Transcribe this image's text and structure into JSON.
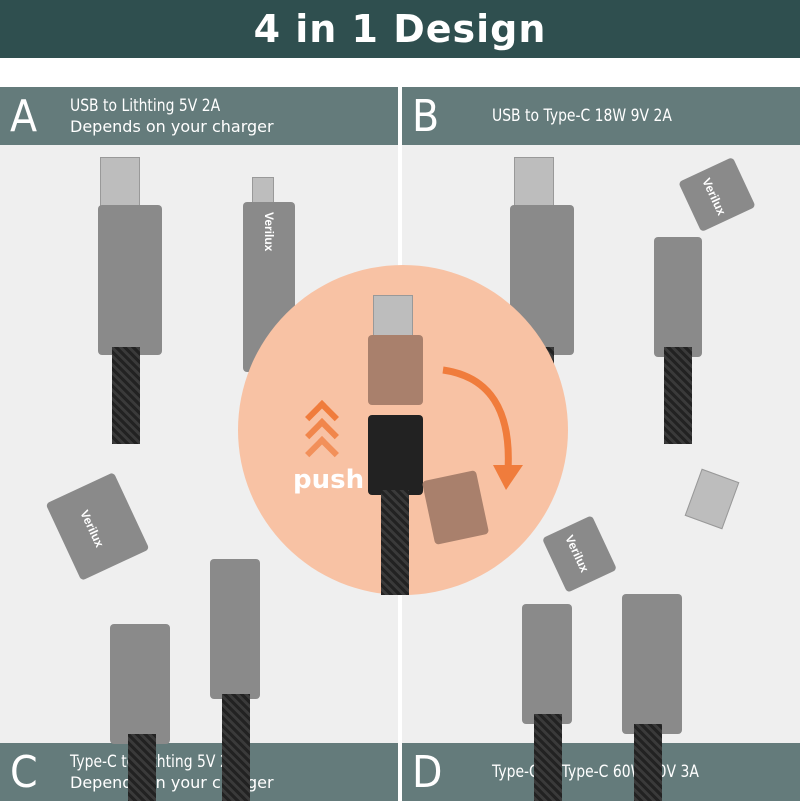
{
  "header": {
    "title": "4 in 1 Design"
  },
  "panels": [
    {
      "letter": "A",
      "line1": "USB to Lithting 5V 2A",
      "line2": "Depends on your charger"
    },
    {
      "letter": "B",
      "line1": "USB to Type-C 18W 9V 2A",
      "line2": ""
    },
    {
      "letter": "C",
      "line1": "Type-C to Lithting 5V 2A",
      "line2": "Depends on your charger"
    },
    {
      "letter": "D",
      "line1": "Type-C to Type-C 60W 20V 3A",
      "line2": ""
    }
  ],
  "brand": "Verilux",
  "center": {
    "label": "push"
  },
  "colors": {
    "header": "#2f4f4f",
    "band": "#647b7b",
    "circle": "#f8c2a4",
    "accent": "#f07c3c"
  }
}
